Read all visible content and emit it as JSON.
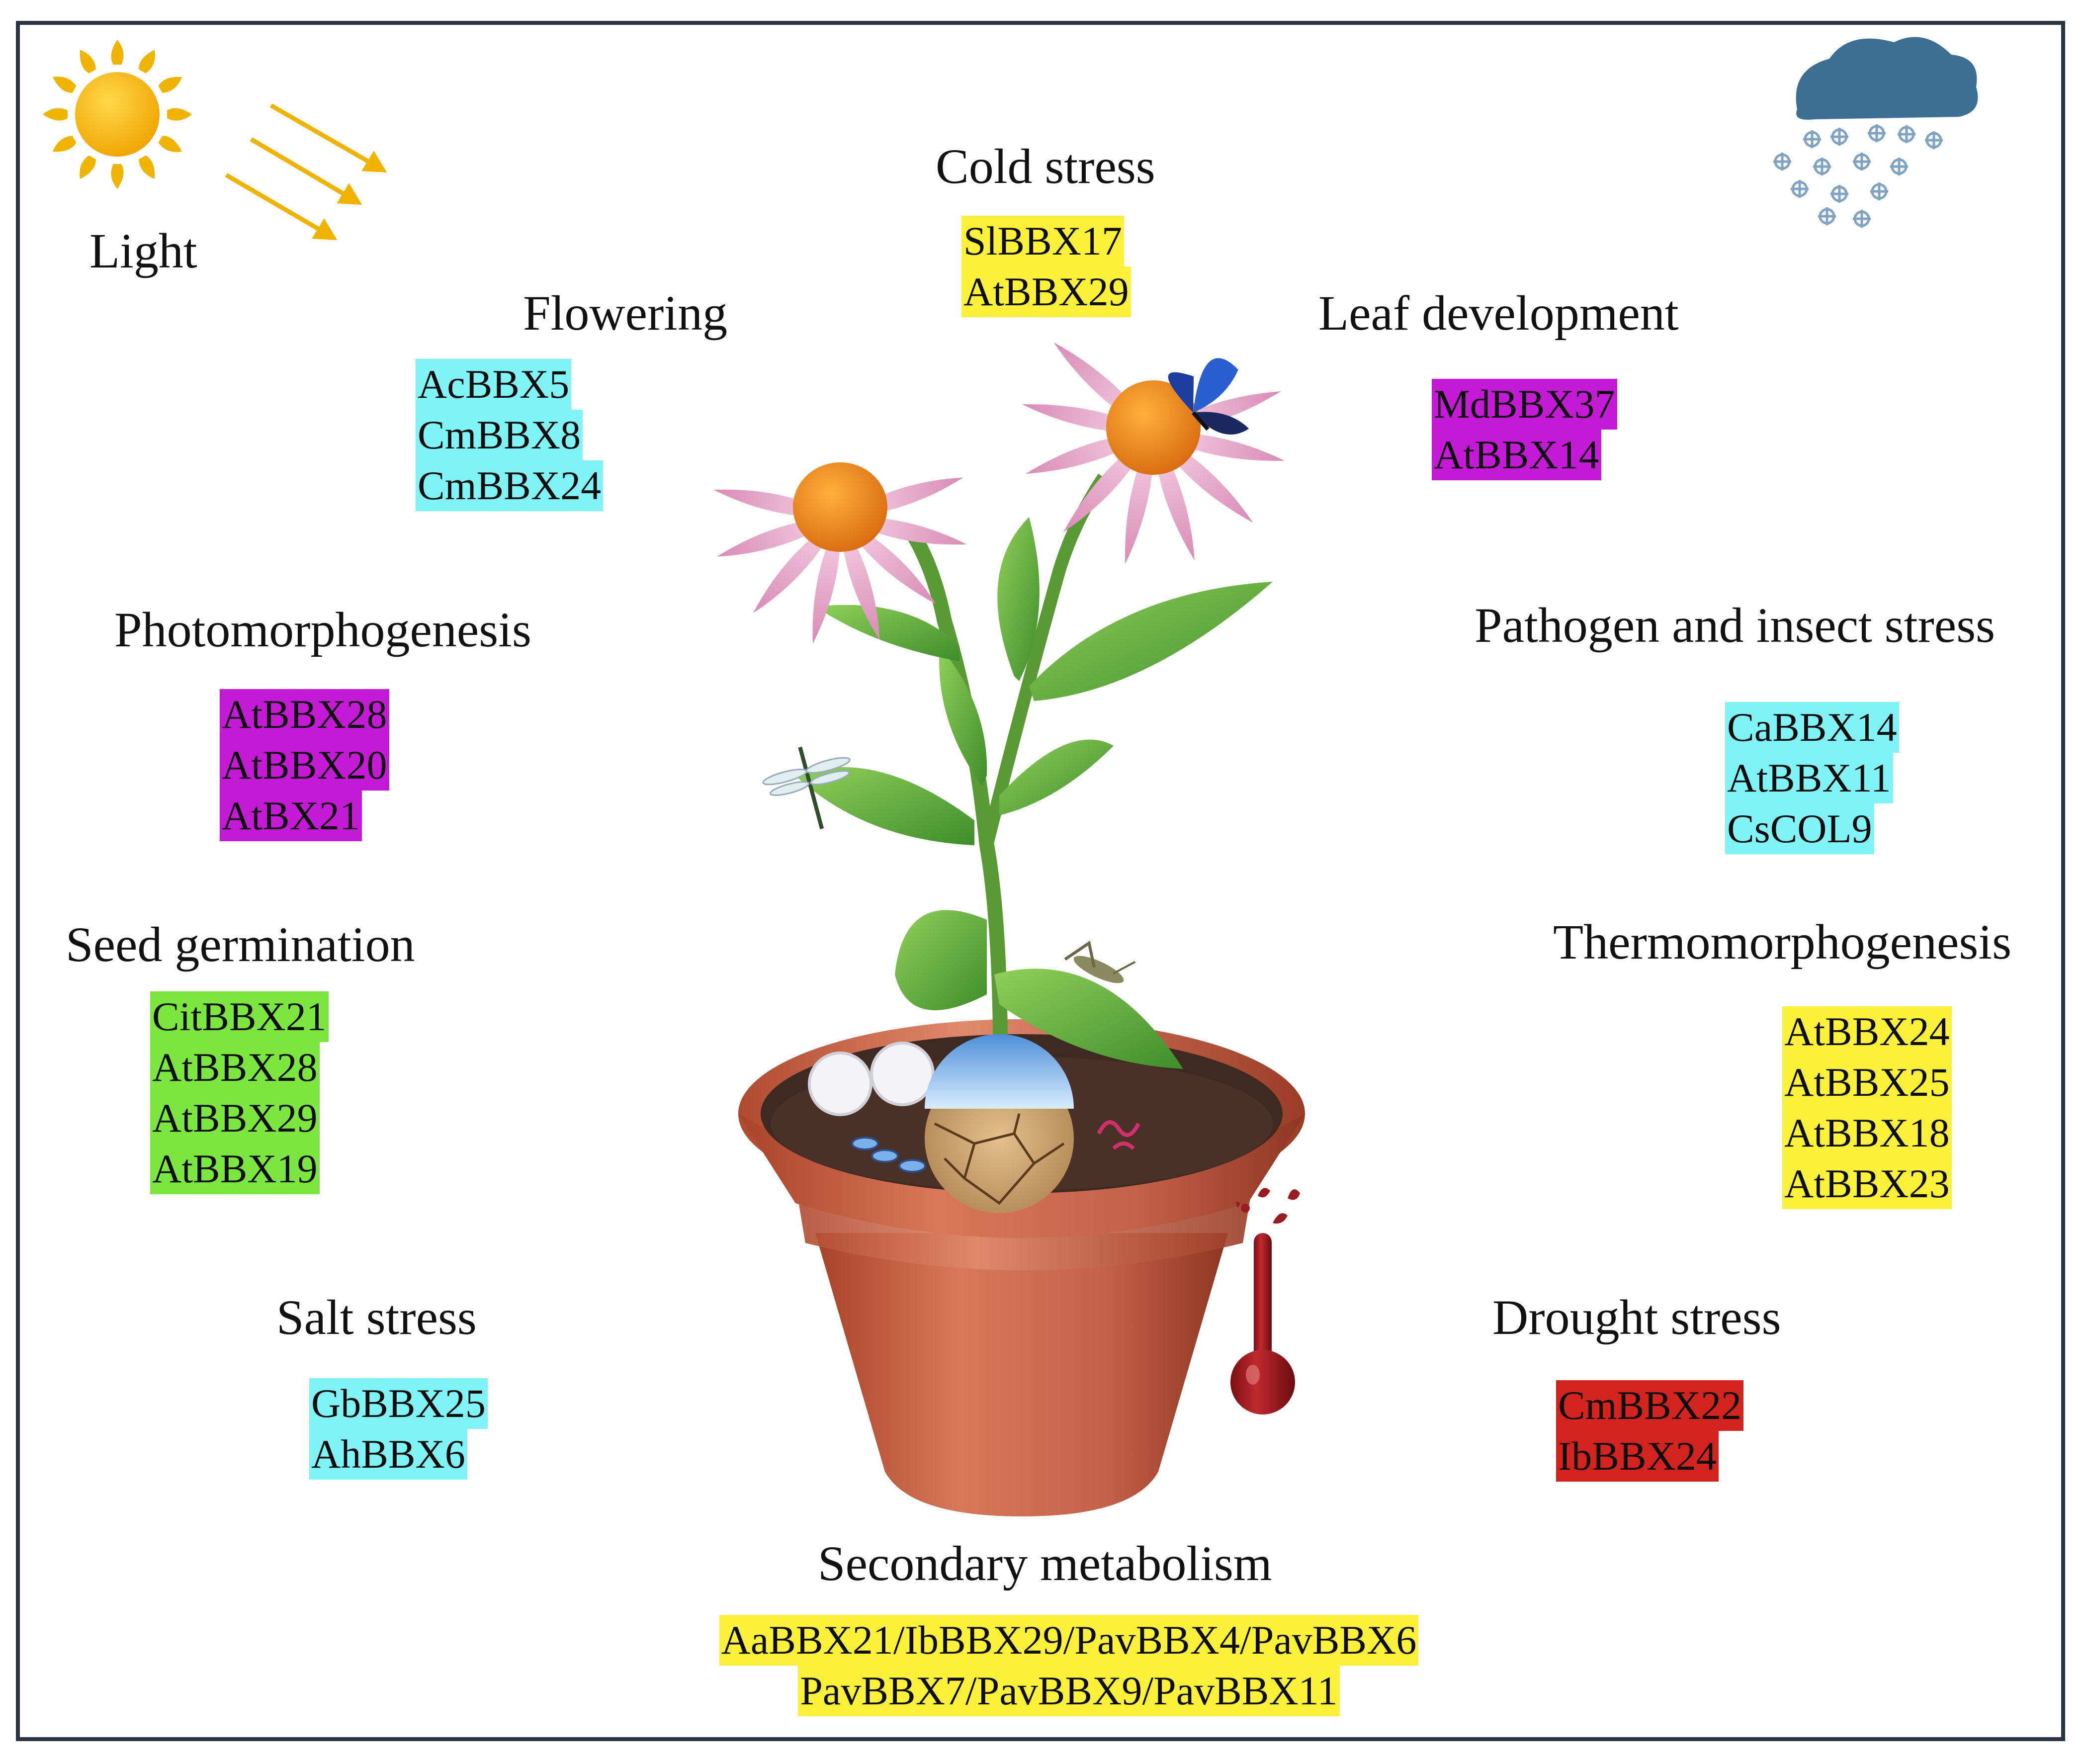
{
  "colors": {
    "cyan": "#7ff3f5",
    "magenta": "#c41ad6",
    "yellow": "#fbf13b",
    "green": "#7ce640",
    "red": "#d3231e",
    "frame": "#2a3440"
  },
  "icons": [
    "sun-icon",
    "light-rays-icon",
    "snow-cloud-icon",
    "thermometer-icon",
    "potted-plant-illustration",
    "butterfly-icon",
    "dragonfly-icon",
    "grasshopper-icon"
  ],
  "light_label": "Light",
  "cold_stress": {
    "title": "Cold stress",
    "genes": [
      "SlBBX17",
      "AtBBX29"
    ]
  },
  "flowering": {
    "title": "Flowering",
    "genes": [
      "AcBBX5",
      "CmBBX8",
      "CmBBX24"
    ]
  },
  "leaf_development": {
    "title": "Leaf development",
    "genes": [
      "MdBBX37",
      "AtBBX14"
    ]
  },
  "photomorphogenesis": {
    "title": "Photomorphogenesis",
    "genes": [
      "AtBBX28",
      "AtBBX20",
      "AtBX21"
    ]
  },
  "pathogen_insect_stress": {
    "title": "Pathogen and insect stress",
    "genes": [
      "CaBBX14",
      "AtBBX11",
      "CsCOL9"
    ]
  },
  "seed_germination": {
    "title": "Seed germination",
    "genes": [
      "CitBBX21",
      "AtBBX28",
      "AtBBX29",
      "AtBBX19"
    ]
  },
  "thermomorphogenesis": {
    "title": "Thermomorphogenesis",
    "genes": [
      "AtBBX24",
      "AtBBX25",
      "AtBBX18",
      "AtBBX23"
    ]
  },
  "salt_stress": {
    "title": "Salt stress",
    "genes": [
      "GbBBX25",
      "AhBBX6"
    ]
  },
  "drought_stress": {
    "title": "Drought stress",
    "genes": [
      "CmBBX22",
      "IbBBX24"
    ]
  },
  "secondary_metabolism": {
    "title": "Secondary metabolism",
    "genes": [
      "AaBBX21/IbBBX29/PavBBX4/PavBBX6",
      "PavBBX7/PavBBX9/PavBBX11"
    ]
  }
}
